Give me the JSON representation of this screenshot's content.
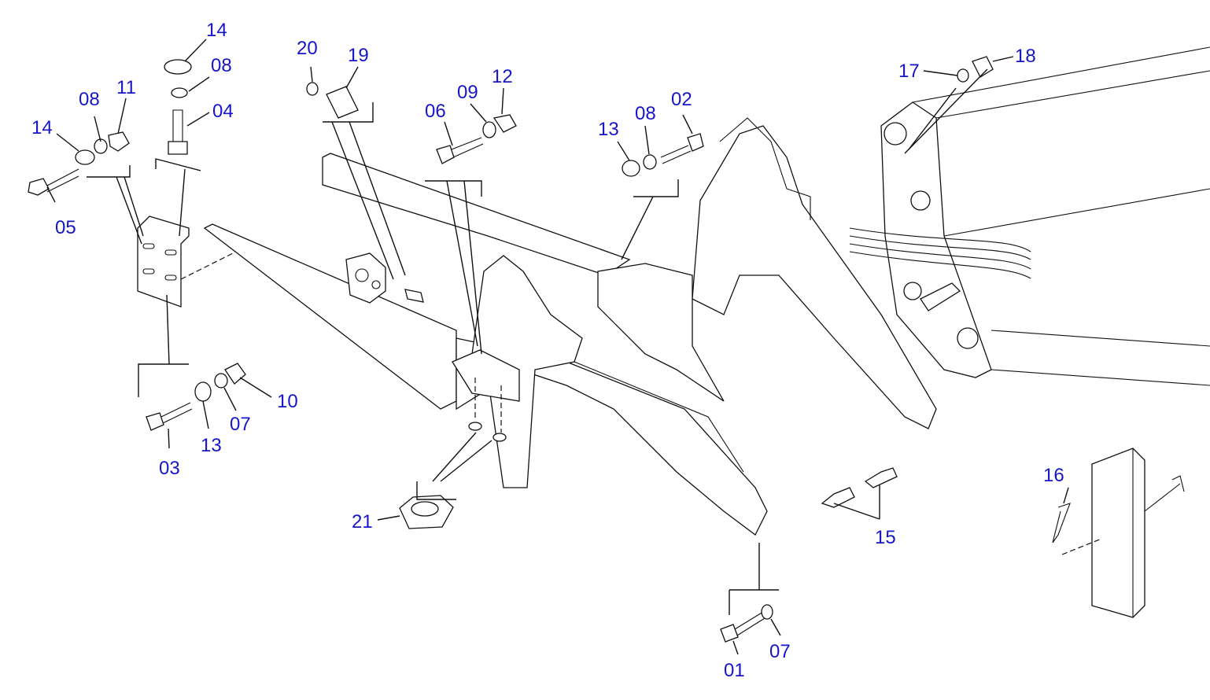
{
  "labels": {
    "p01": "01",
    "p02": "02",
    "p03": "03",
    "p04": "04",
    "p05": "05",
    "p06": "06",
    "p07a": "07",
    "p07b": "07",
    "p08a": "08",
    "p08b": "08",
    "p08c": "08",
    "p09": "09",
    "p10": "10",
    "p11": "11",
    "p12": "12",
    "p13a": "13",
    "p13b": "13",
    "p14a": "14",
    "p14b": "14",
    "p15": "15",
    "p16": "16",
    "p17": "17",
    "p18": "18",
    "p19": "19",
    "p20": "20",
    "p21": "21"
  },
  "colors": {
    "label": "#1616c8",
    "line": "#111111",
    "background": "#ffffff"
  }
}
